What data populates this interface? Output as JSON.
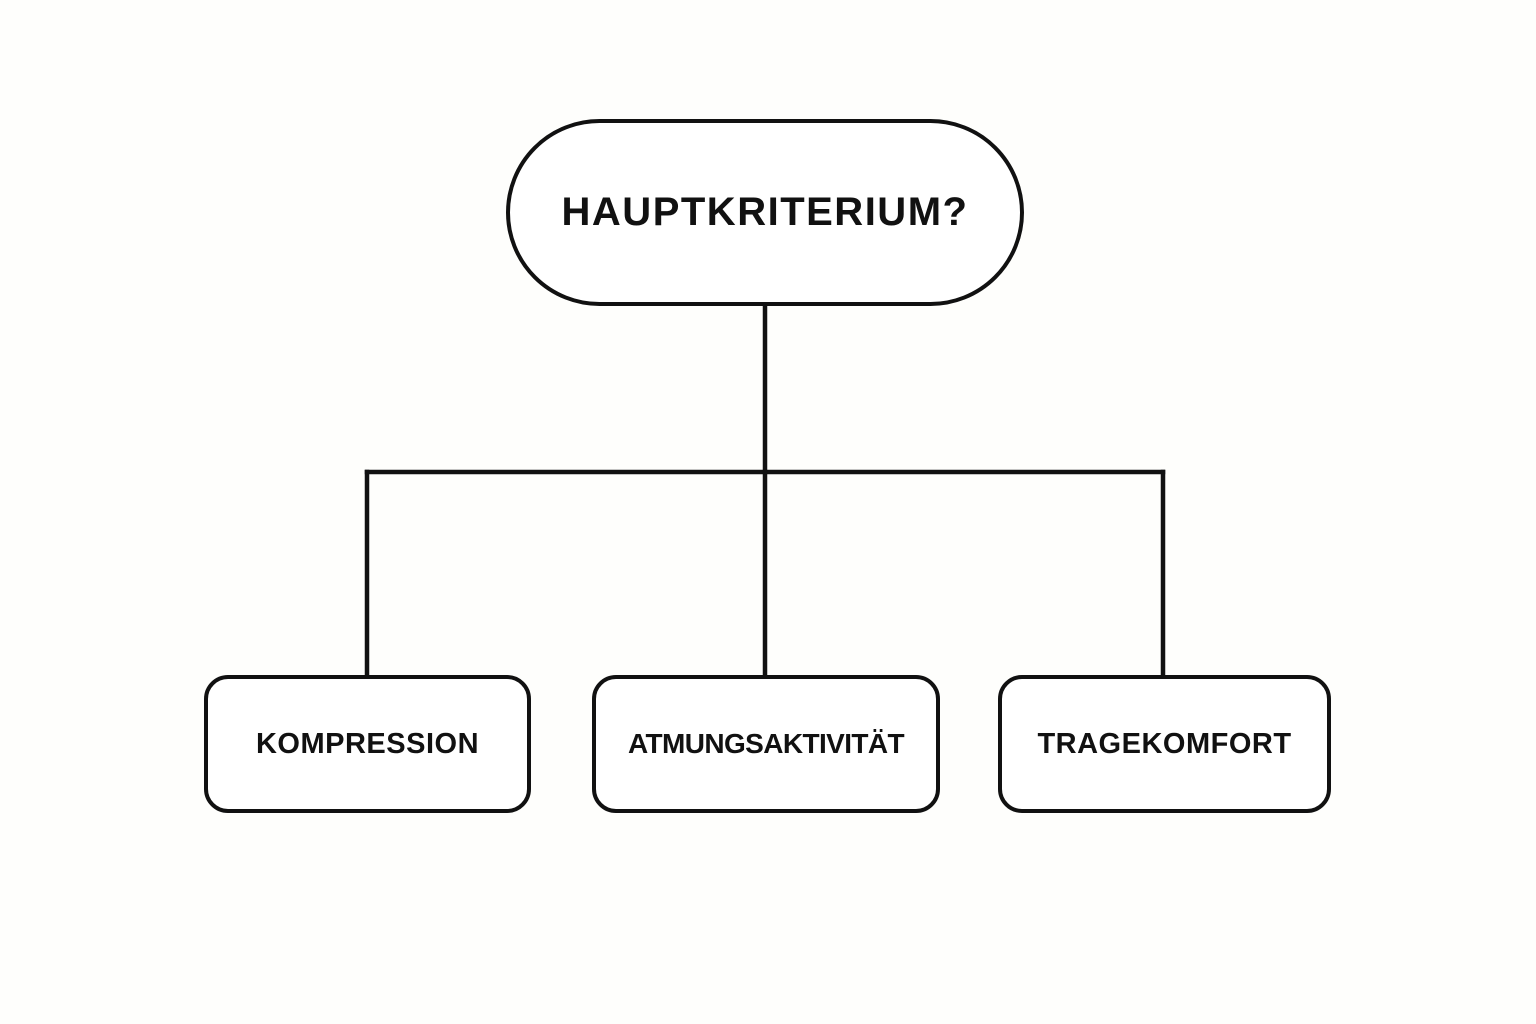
{
  "diagram": {
    "root": {
      "label": "HAUPTKRITERIUM?"
    },
    "children": [
      {
        "label": "KOMPRESSION"
      },
      {
        "label": "ATMUNGSAKTIVITÄT"
      },
      {
        "label": "TRAGEKOMFORT"
      }
    ]
  },
  "colors": {
    "background": "#fefefc",
    "stroke": "#111111",
    "node_fill": "#ffffff"
  }
}
